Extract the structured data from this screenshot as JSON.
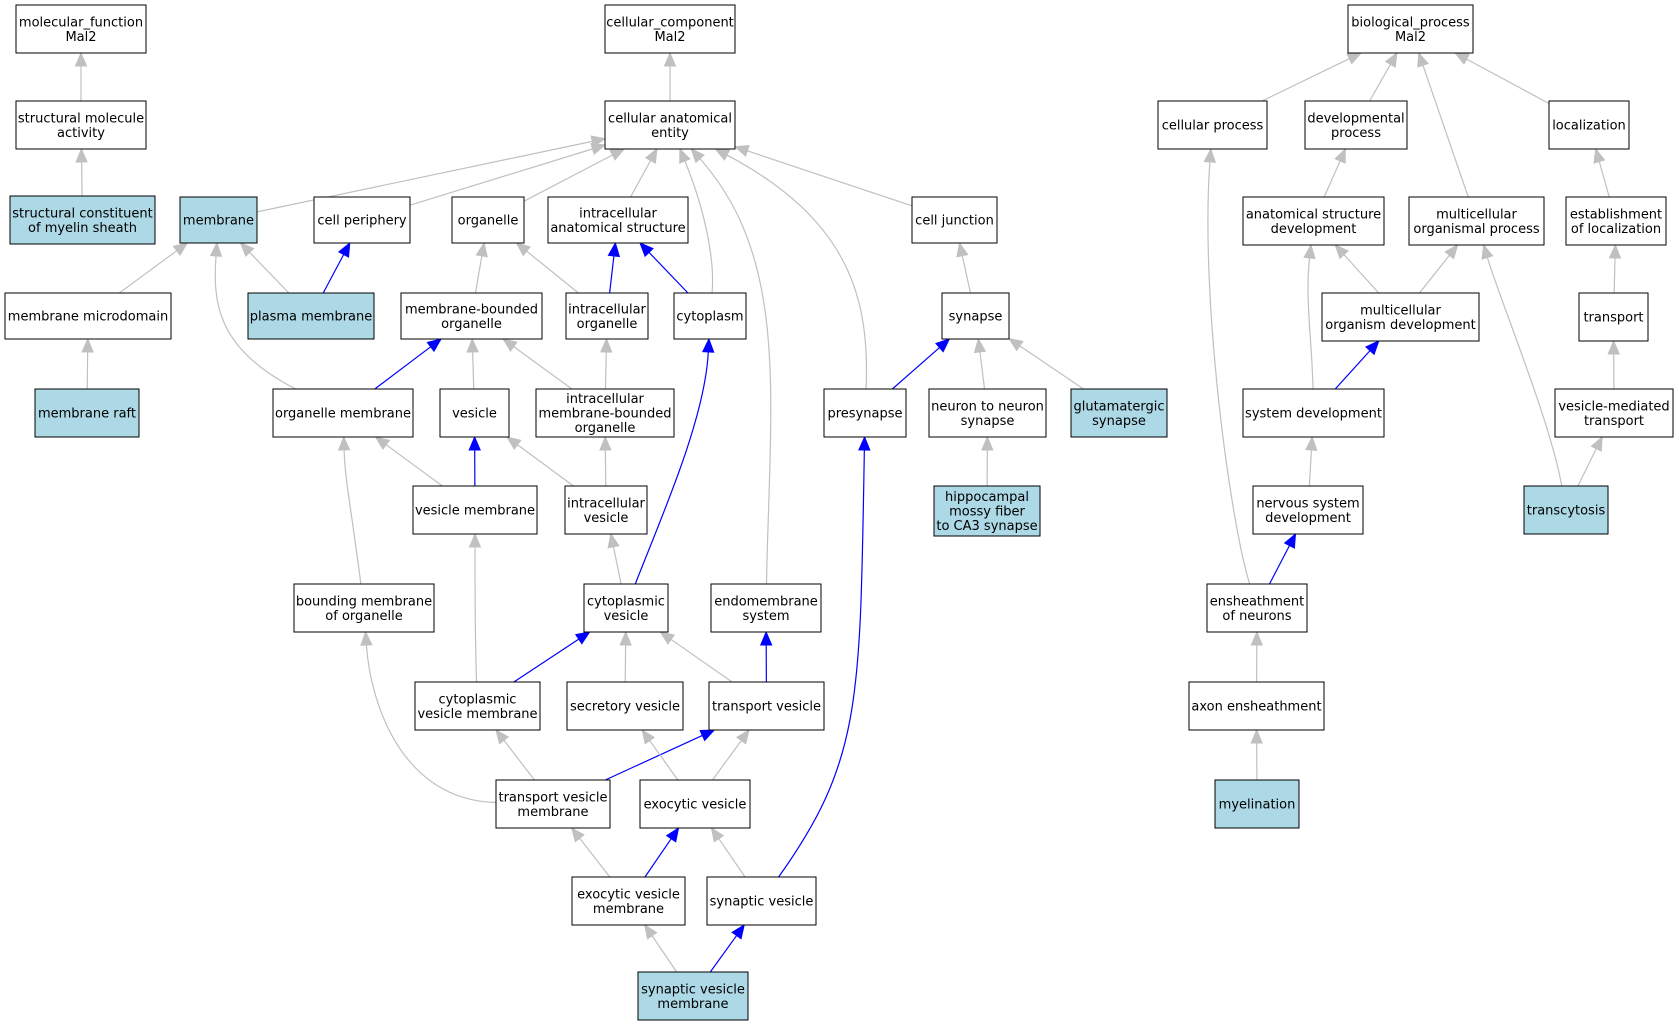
{
  "colors": {
    "node_fill": "#ffffff",
    "highlight_fill": "#add8e6",
    "node_border": "#000000",
    "is_a_edge": "#c0c0c0",
    "part_of_edge": "#0000ff"
  },
  "nodes": [
    {
      "id": "mf",
      "lines": [
        "molecular_function",
        "Mal2"
      ],
      "highlight": false
    },
    {
      "id": "sma",
      "lines": [
        "structural molecule",
        "activity"
      ],
      "highlight": false
    },
    {
      "id": "scms",
      "lines": [
        "structural constituent",
        "of myelin sheath"
      ],
      "highlight": true
    },
    {
      "id": "cc",
      "lines": [
        "cellular_component",
        "Mal2"
      ],
      "highlight": false
    },
    {
      "id": "cae",
      "lines": [
        "cellular anatomical",
        "entity"
      ],
      "highlight": false
    },
    {
      "id": "membrane",
      "lines": [
        "membrane"
      ],
      "highlight": true
    },
    {
      "id": "cellper",
      "lines": [
        "cell periphery"
      ],
      "highlight": false
    },
    {
      "id": "organelle",
      "lines": [
        "organelle"
      ],
      "highlight": false
    },
    {
      "id": "ias",
      "lines": [
        "intracellular",
        "anatomical structure"
      ],
      "highlight": false
    },
    {
      "id": "celljunc",
      "lines": [
        "cell junction"
      ],
      "highlight": false
    },
    {
      "id": "memmicro",
      "lines": [
        "membrane microdomain"
      ],
      "highlight": false
    },
    {
      "id": "plasmamem",
      "lines": [
        "plasma membrane"
      ],
      "highlight": true
    },
    {
      "id": "mbo",
      "lines": [
        "membrane-bounded",
        "organelle"
      ],
      "highlight": false
    },
    {
      "id": "intorg",
      "lines": [
        "intracellular",
        "organelle"
      ],
      "highlight": false
    },
    {
      "id": "cytoplasm",
      "lines": [
        "cytoplasm"
      ],
      "highlight": false
    },
    {
      "id": "synapse",
      "lines": [
        "synapse"
      ],
      "highlight": false
    },
    {
      "id": "memraft",
      "lines": [
        "membrane raft"
      ],
      "highlight": true
    },
    {
      "id": "orgmem",
      "lines": [
        "organelle membrane"
      ],
      "highlight": false
    },
    {
      "id": "vesicle",
      "lines": [
        "vesicle"
      ],
      "highlight": false
    },
    {
      "id": "imbo",
      "lines": [
        "intracellular",
        "membrane-bounded",
        "organelle"
      ],
      "highlight": false
    },
    {
      "id": "presyn",
      "lines": [
        "presynapse"
      ],
      "highlight": false
    },
    {
      "id": "n2n",
      "lines": [
        "neuron to neuron",
        "synapse"
      ],
      "highlight": false
    },
    {
      "id": "glut",
      "lines": [
        "glutamatergic",
        "synapse"
      ],
      "highlight": true
    },
    {
      "id": "vesmem",
      "lines": [
        "vesicle membrane"
      ],
      "highlight": false
    },
    {
      "id": "intves",
      "lines": [
        "intracellular",
        "vesicle"
      ],
      "highlight": false
    },
    {
      "id": "hippo",
      "lines": [
        "hippocampal",
        "mossy fiber",
        "to CA3 synapse"
      ],
      "highlight": true
    },
    {
      "id": "bmo",
      "lines": [
        "bounding membrane",
        "of organelle"
      ],
      "highlight": false
    },
    {
      "id": "cytoves",
      "lines": [
        "cytoplasmic",
        "vesicle"
      ],
      "highlight": false
    },
    {
      "id": "endosys",
      "lines": [
        "endomembrane",
        "system"
      ],
      "highlight": false
    },
    {
      "id": "cvm",
      "lines": [
        "cytoplasmic",
        "vesicle membrane"
      ],
      "highlight": false
    },
    {
      "id": "secves",
      "lines": [
        "secretory vesicle"
      ],
      "highlight": false
    },
    {
      "id": "transves",
      "lines": [
        "transport vesicle"
      ],
      "highlight": false
    },
    {
      "id": "tvm",
      "lines": [
        "transport vesicle",
        "membrane"
      ],
      "highlight": false
    },
    {
      "id": "exoves",
      "lines": [
        "exocytic vesicle"
      ],
      "highlight": false
    },
    {
      "id": "evm",
      "lines": [
        "exocytic vesicle",
        "membrane"
      ],
      "highlight": false
    },
    {
      "id": "synves",
      "lines": [
        "synaptic vesicle"
      ],
      "highlight": false
    },
    {
      "id": "svm",
      "lines": [
        "synaptic vesicle",
        "membrane"
      ],
      "highlight": true
    },
    {
      "id": "bp",
      "lines": [
        "biological_process",
        "Mal2"
      ],
      "highlight": false
    },
    {
      "id": "cellproc",
      "lines": [
        "cellular process"
      ],
      "highlight": false
    },
    {
      "id": "devproc",
      "lines": [
        "developmental",
        "process"
      ],
      "highlight": false
    },
    {
      "id": "local",
      "lines": [
        "localization"
      ],
      "highlight": false
    },
    {
      "id": "asd",
      "lines": [
        "anatomical structure",
        "development"
      ],
      "highlight": false
    },
    {
      "id": "mop",
      "lines": [
        "multicellular",
        "organismal process"
      ],
      "highlight": false
    },
    {
      "id": "eol",
      "lines": [
        "establishment",
        "of localization"
      ],
      "highlight": false
    },
    {
      "id": "mod",
      "lines": [
        "multicellular",
        "organism development"
      ],
      "highlight": false
    },
    {
      "id": "transport",
      "lines": [
        "transport"
      ],
      "highlight": false
    },
    {
      "id": "sysdev",
      "lines": [
        "system development"
      ],
      "highlight": false
    },
    {
      "id": "vmt",
      "lines": [
        "vesicle-mediated",
        "transport"
      ],
      "highlight": false
    },
    {
      "id": "nsd",
      "lines": [
        "nervous system",
        "development"
      ],
      "highlight": false
    },
    {
      "id": "transcyt",
      "lines": [
        "transcytosis"
      ],
      "highlight": true
    },
    {
      "id": "eon",
      "lines": [
        "ensheathment",
        "of neurons"
      ],
      "highlight": false
    },
    {
      "id": "axon",
      "lines": [
        "axon ensheathment"
      ],
      "highlight": false
    },
    {
      "id": "myel",
      "lines": [
        "myelination"
      ],
      "highlight": true
    }
  ],
  "edges": [
    {
      "from": "sma",
      "to": "mf",
      "relation": "is_a"
    },
    {
      "from": "scms",
      "to": "sma",
      "relation": "is_a"
    },
    {
      "from": "cae",
      "to": "cc",
      "relation": "is_a"
    },
    {
      "from": "membrane",
      "to": "cae",
      "relation": "is_a"
    },
    {
      "from": "cellper",
      "to": "cae",
      "relation": "is_a"
    },
    {
      "from": "organelle",
      "to": "cae",
      "relation": "is_a"
    },
    {
      "from": "ias",
      "to": "cae",
      "relation": "is_a"
    },
    {
      "from": "cytoplasm",
      "to": "cae",
      "relation": "is_a"
    },
    {
      "from": "endosys",
      "to": "cae",
      "relation": "is_a"
    },
    {
      "from": "presyn",
      "to": "cae",
      "relation": "is_a"
    },
    {
      "from": "celljunc",
      "to": "cae",
      "relation": "is_a"
    },
    {
      "from": "memmicro",
      "to": "membrane",
      "relation": "is_a"
    },
    {
      "from": "plasmamem",
      "to": "membrane",
      "relation": "is_a"
    },
    {
      "from": "orgmem",
      "to": "membrane",
      "relation": "is_a"
    },
    {
      "from": "plasmamem",
      "to": "cellper",
      "relation": "part_of"
    },
    {
      "from": "memraft",
      "to": "memmicro",
      "relation": "is_a"
    },
    {
      "from": "mbo",
      "to": "organelle",
      "relation": "is_a"
    },
    {
      "from": "intorg",
      "to": "organelle",
      "relation": "is_a"
    },
    {
      "from": "intorg",
      "to": "ias",
      "relation": "part_of"
    },
    {
      "from": "cytoplasm",
      "to": "ias",
      "relation": "part_of"
    },
    {
      "from": "orgmem",
      "to": "mbo",
      "relation": "part_of"
    },
    {
      "from": "vesicle",
      "to": "mbo",
      "relation": "is_a"
    },
    {
      "from": "imbo",
      "to": "mbo",
      "relation": "is_a"
    },
    {
      "from": "imbo",
      "to": "intorg",
      "relation": "is_a"
    },
    {
      "from": "vesmem",
      "to": "orgmem",
      "relation": "is_a"
    },
    {
      "from": "bmo",
      "to": "orgmem",
      "relation": "is_a"
    },
    {
      "from": "vesmem",
      "to": "vesicle",
      "relation": "part_of"
    },
    {
      "from": "intves",
      "to": "vesicle",
      "relation": "is_a"
    },
    {
      "from": "intves",
      "to": "imbo",
      "relation": "is_a"
    },
    {
      "from": "cytoves",
      "to": "intves",
      "relation": "is_a"
    },
    {
      "from": "cytoves",
      "to": "cytoplasm",
      "relation": "part_of"
    },
    {
      "from": "synapse",
      "to": "celljunc",
      "relation": "is_a"
    },
    {
      "from": "presyn",
      "to": "synapse",
      "relation": "part_of"
    },
    {
      "from": "n2n",
      "to": "synapse",
      "relation": "is_a"
    },
    {
      "from": "glut",
      "to": "synapse",
      "relation": "is_a"
    },
    {
      "from": "hippo",
      "to": "n2n",
      "relation": "is_a"
    },
    {
      "from": "cvm",
      "to": "vesmem",
      "relation": "is_a"
    },
    {
      "from": "cvm",
      "to": "cytoves",
      "relation": "part_of"
    },
    {
      "from": "secves",
      "to": "cytoves",
      "relation": "is_a"
    },
    {
      "from": "transves",
      "to": "cytoves",
      "relation": "is_a"
    },
    {
      "from": "transves",
      "to": "endosys",
      "relation": "part_of"
    },
    {
      "from": "tvm",
      "to": "bmo",
      "relation": "is_a"
    },
    {
      "from": "tvm",
      "to": "cvm",
      "relation": "is_a"
    },
    {
      "from": "tvm",
      "to": "transves",
      "relation": "part_of"
    },
    {
      "from": "exoves",
      "to": "secves",
      "relation": "is_a"
    },
    {
      "from": "exoves",
      "to": "transves",
      "relation": "is_a"
    },
    {
      "from": "evm",
      "to": "tvm",
      "relation": "is_a"
    },
    {
      "from": "evm",
      "to": "exoves",
      "relation": "part_of"
    },
    {
      "from": "synves",
      "to": "exoves",
      "relation": "is_a"
    },
    {
      "from": "synves",
      "to": "presyn",
      "relation": "part_of"
    },
    {
      "from": "svm",
      "to": "evm",
      "relation": "is_a"
    },
    {
      "from": "svm",
      "to": "synves",
      "relation": "part_of"
    },
    {
      "from": "cellproc",
      "to": "bp",
      "relation": "is_a"
    },
    {
      "from": "devproc",
      "to": "bp",
      "relation": "is_a"
    },
    {
      "from": "mop",
      "to": "bp",
      "relation": "is_a"
    },
    {
      "from": "local",
      "to": "bp",
      "relation": "is_a"
    },
    {
      "from": "asd",
      "to": "devproc",
      "relation": "is_a"
    },
    {
      "from": "eol",
      "to": "local",
      "relation": "is_a"
    },
    {
      "from": "mod",
      "to": "asd",
      "relation": "is_a"
    },
    {
      "from": "mod",
      "to": "mop",
      "relation": "is_a"
    },
    {
      "from": "transcyt",
      "to": "mop",
      "relation": "is_a"
    },
    {
      "from": "transport",
      "to": "eol",
      "relation": "is_a"
    },
    {
      "from": "sysdev",
      "to": "asd",
      "relation": "is_a"
    },
    {
      "from": "sysdev",
      "to": "mod",
      "relation": "part_of"
    },
    {
      "from": "vmt",
      "to": "transport",
      "relation": "is_a"
    },
    {
      "from": "transcyt",
      "to": "vmt",
      "relation": "is_a"
    },
    {
      "from": "nsd",
      "to": "sysdev",
      "relation": "is_a"
    },
    {
      "from": "eon",
      "to": "nsd",
      "relation": "part_of"
    },
    {
      "from": "eon",
      "to": "cellproc",
      "relation": "is_a"
    },
    {
      "from": "axon",
      "to": "eon",
      "relation": "is_a"
    },
    {
      "from": "myel",
      "to": "axon",
      "relation": "is_a"
    }
  ]
}
